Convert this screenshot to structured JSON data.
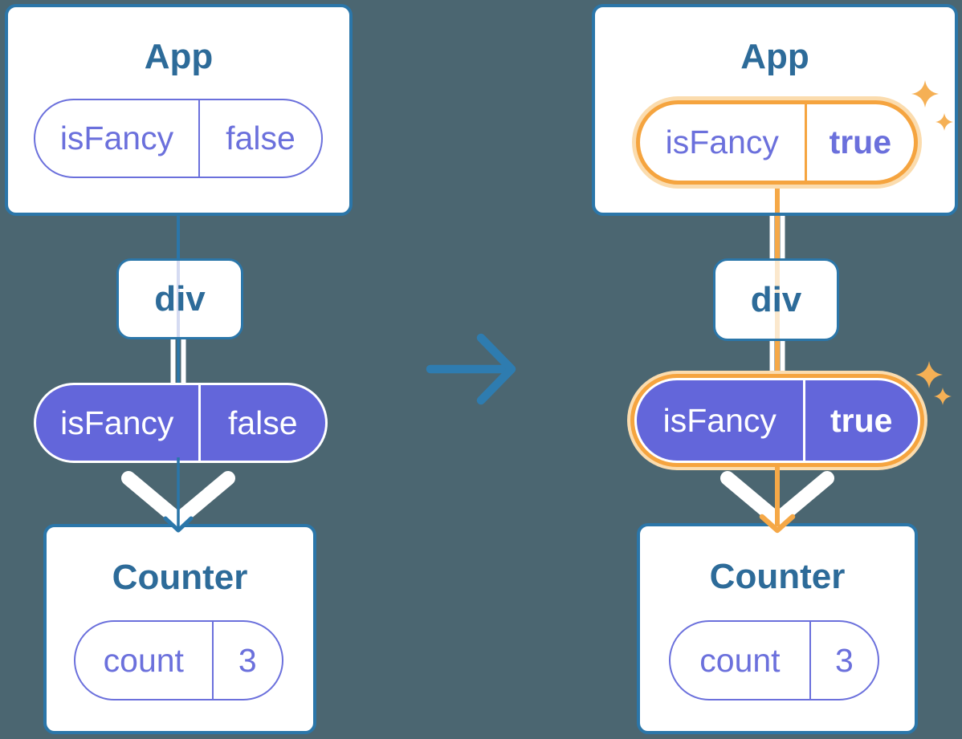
{
  "diagram": {
    "before": {
      "app": {
        "title": "App",
        "prop_name": "isFancy",
        "prop_value": "false"
      },
      "div_label": "div",
      "passed_prop": {
        "name": "isFancy",
        "value": "false"
      },
      "counter": {
        "title": "Counter",
        "state_name": "count",
        "state_value": "3"
      }
    },
    "after": {
      "app": {
        "title": "App",
        "prop_name": "isFancy",
        "prop_value": "true"
      },
      "div_label": "div",
      "passed_prop": {
        "name": "isFancy",
        "value": "true"
      },
      "counter": {
        "title": "Counter",
        "state_name": "count",
        "state_value": "3"
      }
    },
    "icons": {
      "transition_arrow": "right-arrow-icon",
      "sparkles": "sparkle-icon",
      "prop_flow_arrow_before": "down-arrow-icon",
      "prop_flow_arrow_after": "down-arrow-icon"
    },
    "colors": {
      "background": "#4B6671",
      "card_border_blue": "#2B76A9",
      "heading_blue": "#2D6B99",
      "purple_text": "#6B70DC",
      "purple_fill": "#6366DA",
      "faded_purple_wire": "#D5DBF2",
      "orange_highlight": "#F5A43F",
      "orange_wire": "#F5A847",
      "orange_glow": "#FBDCAE",
      "faded_orange_wire": "#FBE8CD",
      "sparkle_orange": "#F5B055",
      "transition_arrow_blue": "#2E7CB0",
      "white": "#FFFFFF"
    }
  }
}
